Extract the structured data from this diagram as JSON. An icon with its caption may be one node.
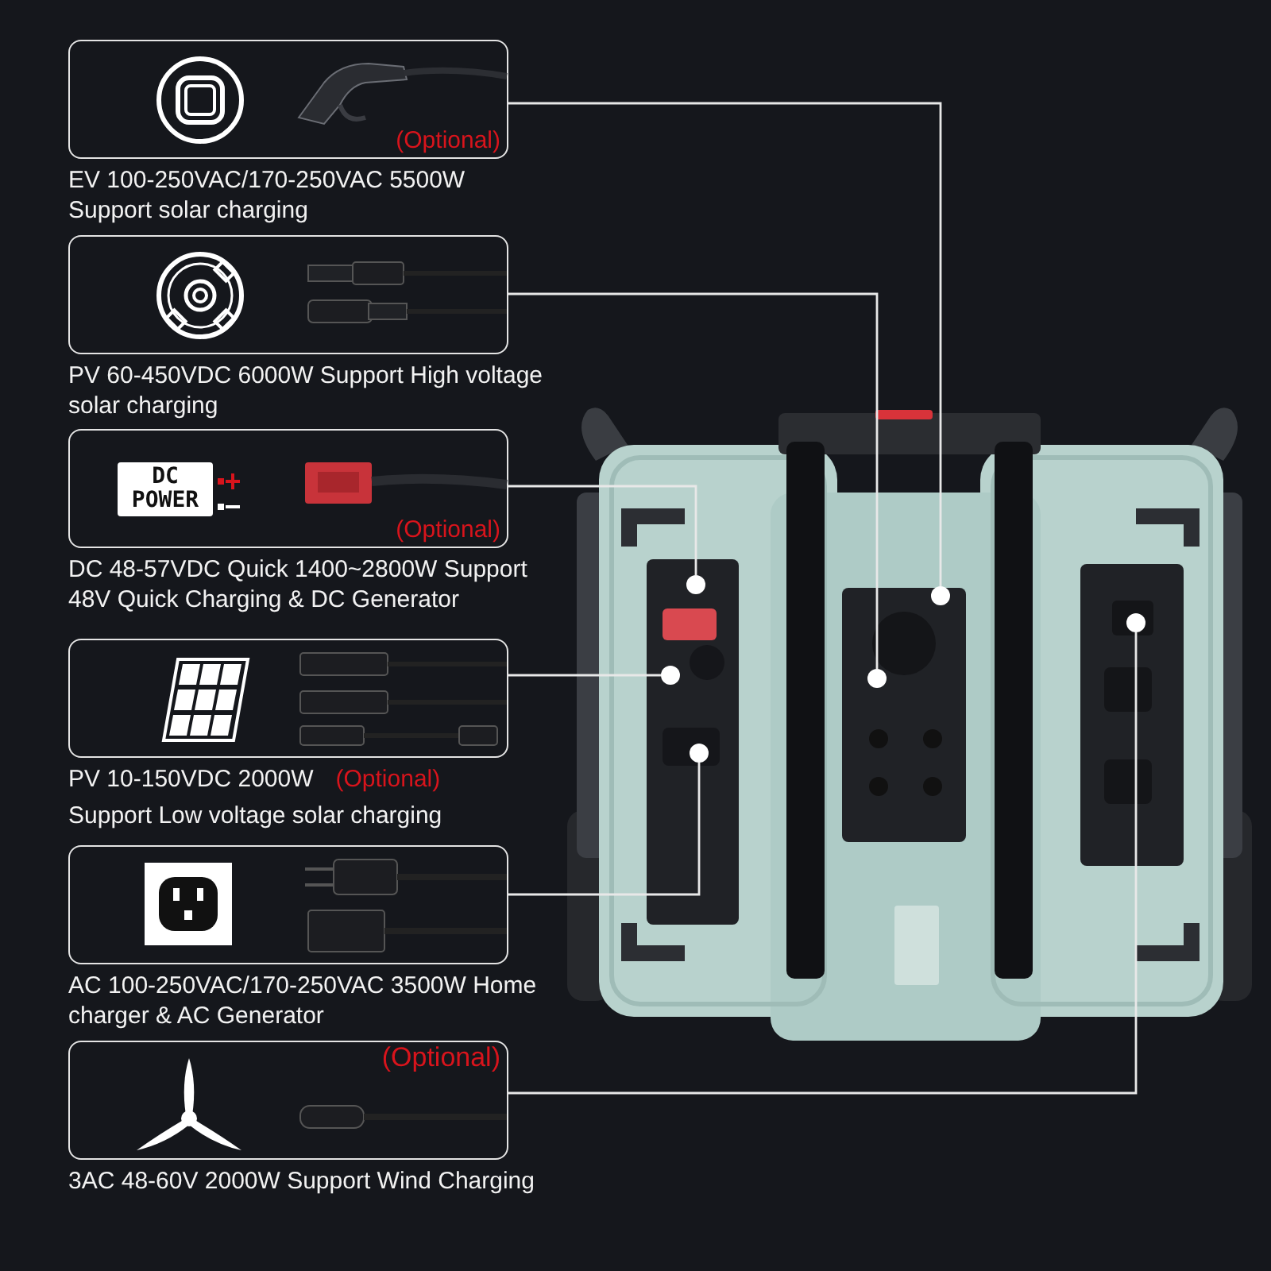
{
  "diagram": {
    "nodes": [
      {
        "text": [
          "(Optional)",
          "EV 100-250VAC/170-250VAC 5500W Support solar charging"
        ]
      },
      {
        "text": [
          "PV 60-450VDC 6000W Support High voltage solar charging"
        ]
      },
      {
        "text": [
          "DC POWER",
          "(Optional)",
          "DC 48-57VDC Quick 1400~2800W Support 48V Quick Charging & DC Generator"
        ]
      },
      {
        "text": [
          "PV 10-150VDC 2000W",
          "(Optional)",
          "Support Low voltage solar charging"
        ]
      },
      {
        "text": [
          "AC 100-250VAC/170-250VAC 3500W Home charger & AC Generator"
        ]
      },
      {
        "text": [
          "(Optional)",
          "3AC 48-60V 2000W Support Wind Charging"
        ]
      },
      {
        "text": [],
        "shape": "picture"
      },
      {
        "text": [],
        "shape": "circle",
        "in": 6
      },
      {
        "text": [],
        "shape": "circle",
        "in": 6
      },
      {
        "text": [],
        "shape": "circle",
        "in": 6
      },
      {
        "text": [],
        "shape": "circle",
        "in": 6
      },
      {
        "text": [],
        "shape": "circle",
        "in": 6
      },
      {
        "text": [],
        "shape": "circle",
        "in": 6
      }
    ],
    "edges": [
      {
        "from": 0,
        "to": 7,
        "arrow": "none"
      },
      {
        "from": 1,
        "to": 8,
        "arrow": "none"
      },
      {
        "from": 2,
        "to": 9,
        "arrow": "none"
      },
      {
        "from": 3,
        "to": 10,
        "arrow": "none"
      },
      {
        "from": 4,
        "to": 11,
        "arrow": "none"
      },
      {
        "from": 5,
        "to": 12,
        "arrow": "none"
      }
    ]
  }
}
